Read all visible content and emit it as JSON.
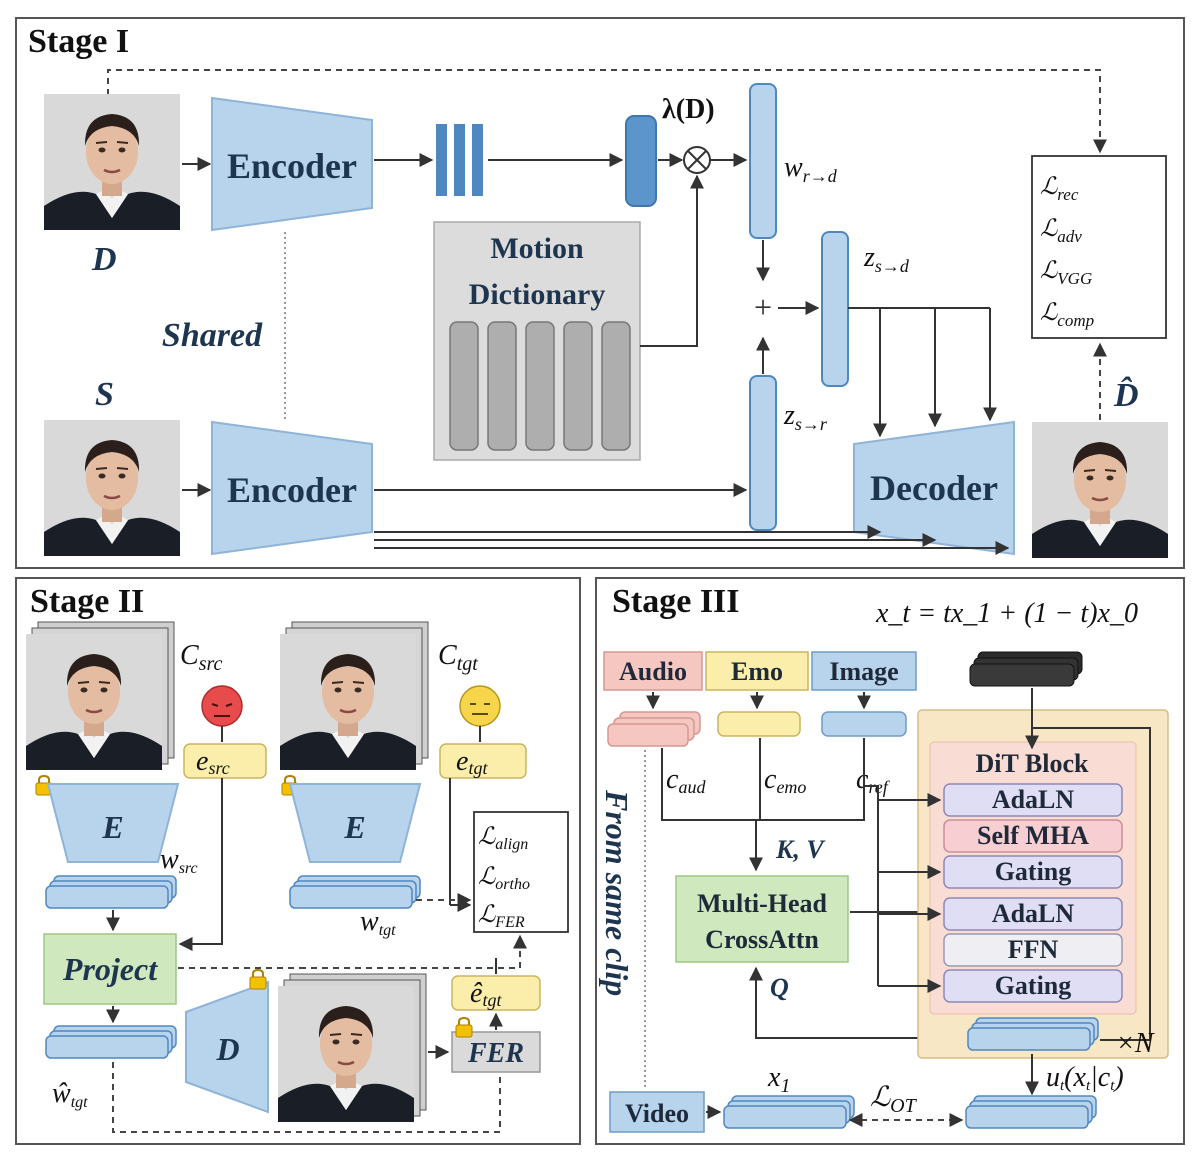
{
  "stage1": {
    "title": "Stage I",
    "encoder_top": "Encoder",
    "encoder_bottom": "Encoder",
    "shared": "Shared",
    "label_d": "D",
    "label_s": "S",
    "lambda": "λ(D)",
    "motion_dictionary_line1": "Motion",
    "motion_dictionary_line2": "Dictionary",
    "w_r_d": "w",
    "w_r_d_sub": "r→d",
    "z_s_d": "z",
    "z_s_d_sub": "s→d",
    "z_s_r": "z",
    "z_s_r_sub": "s→r",
    "decoder": "Decoder",
    "d_hat": "D̂",
    "losses": [
      {
        "main": "ℒ",
        "sub": "rec"
      },
      {
        "main": "ℒ",
        "sub": "adv"
      },
      {
        "main": "ℒ",
        "sub": "VGG"
      },
      {
        "main": "ℒ",
        "sub": "comp"
      }
    ]
  },
  "stage2": {
    "title": "Stage II",
    "c_src": "C",
    "c_src_sub": "src",
    "c_tgt": "C",
    "c_tgt_sub": "tgt",
    "e_src": "e",
    "e_src_sub": "src",
    "e_tgt": "e",
    "e_tgt_sub": "tgt",
    "encoder_left": "E",
    "encoder_right": "E",
    "w_src": "w",
    "w_src_sub": "src",
    "w_tgt": "w",
    "w_tgt_sub": "tgt",
    "project": "Project",
    "decoder": "D",
    "e_hat_tgt": "ê",
    "e_hat_tgt_sub": "tgt",
    "fer": "FER",
    "w_hat_tgt": "ŵ",
    "w_hat_tgt_sub": "tgt",
    "losses": [
      {
        "main": "ℒ",
        "sub": "align"
      },
      {
        "main": "ℒ",
        "sub": "ortho"
      },
      {
        "main": "ℒ",
        "sub": "FER"
      }
    ]
  },
  "stage3": {
    "title": "Stage III",
    "equation": "x_t = tx_1 + (1 − t)x_0",
    "audio": "Audio",
    "emo": "Emo",
    "image": "Image",
    "c_aud": "c",
    "c_aud_sub": "aud",
    "c_emo": "c",
    "c_emo_sub": "emo",
    "c_ref": "c",
    "c_ref_sub": "ref",
    "kv": "K, V",
    "q": "Q",
    "crossattn_line1": "Multi-Head",
    "crossattn_line2": "CrossAttn",
    "same_clip": "From same clip",
    "video": "Video",
    "x1": "x",
    "x1_sub": "1",
    "l_ot": "ℒ",
    "l_ot_sub": "OT",
    "dit_block": "DiT Block",
    "dit_layers": [
      "AdaLN",
      "Self MHA",
      "Gating",
      "AdaLN",
      "FFN",
      "Gating"
    ],
    "times_n": "×N",
    "u_t": "u",
    "u_t_sub": "t",
    "u_t_arg": "(x",
    "u_t_arg_sub": "t",
    "u_t_arg2": "|c",
    "u_t_arg_sub2": "t",
    "u_t_end": ")"
  },
  "colors": {
    "blue_fill": "#b8d3ec",
    "blue_stroke": "#6f9cc7",
    "dark_blue": "#4f88c0",
    "green_fill": "#cfe8bd",
    "yellow_fill": "#fbeeaa",
    "pink_fill": "#f6c7c1",
    "grey_panel": "#dcdcdc",
    "dit_outer": "#f8e7c4",
    "dit_inner": "#f9dcd4",
    "layer_purple": "#e0def4",
    "layer_pink": "#f7cfd2",
    "layer_grey": "#eeeef3",
    "emoji_red": "#e84b4b",
    "emoji_yellow": "#f6d54a"
  }
}
